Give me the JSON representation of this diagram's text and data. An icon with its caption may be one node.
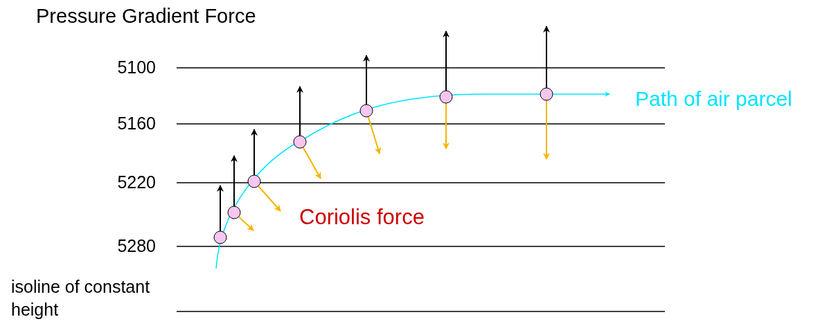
{
  "diagram": {
    "labels": [
      "Pressure Gradient Force",
      "5100",
      "5160",
      "Path of air parcel",
      "5220",
      "Coriolis force",
      "5280",
      "isoline of constant height"
    ]
  }
}
